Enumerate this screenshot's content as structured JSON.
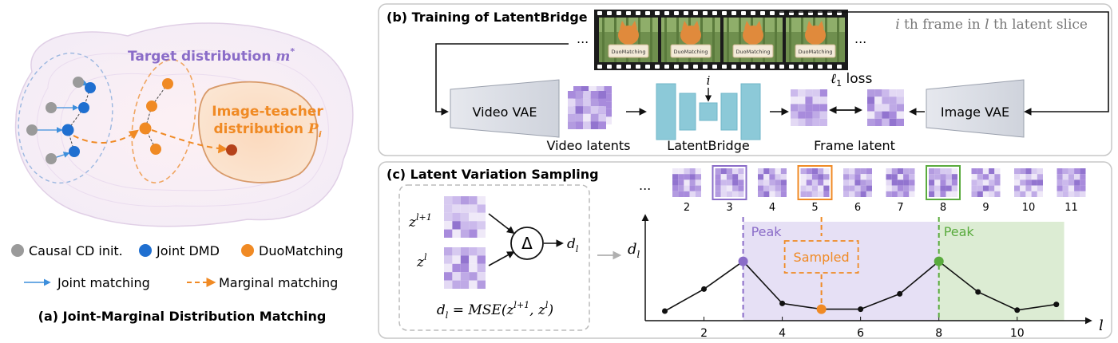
{
  "panel_a": {
    "target_prefix": "Target distribution ",
    "target_symbol": "m",
    "target_sup": "*",
    "teacher_line1": "Image-teacher",
    "teacher_line2": "distribution ",
    "teacher_symbol": "P",
    "teacher_sub": "i",
    "legend": {
      "causal": "Causal CD init.",
      "joint_dmd": "Joint DMD",
      "duo": "DuoMatching",
      "joint_matching": "Joint matching",
      "marginal_matching": "Marginal matching"
    },
    "caption": "(a) Joint-Marginal Distribution Matching",
    "colors": {
      "gray": "#9a9a9a",
      "blue": "#1f6fd0",
      "orange": "#f08a24",
      "dark": "#b5421a",
      "purple": "#8a6cc8"
    }
  },
  "panel_b": {
    "title": "(b) Training of LatentBridge",
    "frame_text": "DuoMatching",
    "ellipsis": "...",
    "slice_note_pre": " th frame in ",
    "slice_i": "i",
    "slice_l": "l",
    "slice_note_post": " th latent slice",
    "video_vae": "Video VAE",
    "image_vae": "Image VAE",
    "video_latents": "Video latents",
    "latent_bridge": "LatentBridge",
    "frame_latent": "Frame latent",
    "index_i": "i",
    "loss_symbol": "ℓ",
    "loss_sub": "1",
    "loss_word": " loss"
  },
  "panel_c": {
    "title": "(c) Latent Variation Sampling",
    "z_l1_base": "z",
    "z_l1_sup": "l+1",
    "z_l_base": "z",
    "z_l_sup": "l",
    "delta": "Δ",
    "d_base": "d",
    "d_sub": "l",
    "formula": "d  = MSE(z   , z )",
    "formula_parts": [
      "d",
      "l",
      " = MSE(z",
      "l+1",
      ", z",
      "l",
      ")"
    ],
    "ellipsis": "...",
    "thumb_labels": [
      "2",
      "3",
      "4",
      "5",
      "6",
      "7",
      "8",
      "9",
      "10",
      "11"
    ],
    "peak1": "Peak",
    "peak2": "Peak",
    "sampled": "Sampled",
    "y_axis_label": "d",
    "y_axis_sub": "l",
    "x_axis_label": "l"
  },
  "chart_data": {
    "type": "line",
    "x": [
      1,
      2,
      3,
      4,
      5,
      6,
      7,
      8,
      9,
      10,
      11
    ],
    "values": [
      0.1,
      0.33,
      0.62,
      0.18,
      0.12,
      0.12,
      0.28,
      0.62,
      0.3,
      0.11,
      0.17
    ],
    "xticks": [
      "2",
      "4",
      "6",
      "8",
      "10"
    ],
    "xtick_values": [
      2,
      4,
      6,
      8,
      10
    ],
    "xlim": [
      0.5,
      11.8
    ],
    "ylim": [
      0,
      1
    ],
    "peaks": [
      3,
      8
    ],
    "sampled": 5,
    "colors": {
      "peak1": "#8a6cc8",
      "sampled": "#f08a24",
      "peak2": "#5aab3e"
    }
  }
}
